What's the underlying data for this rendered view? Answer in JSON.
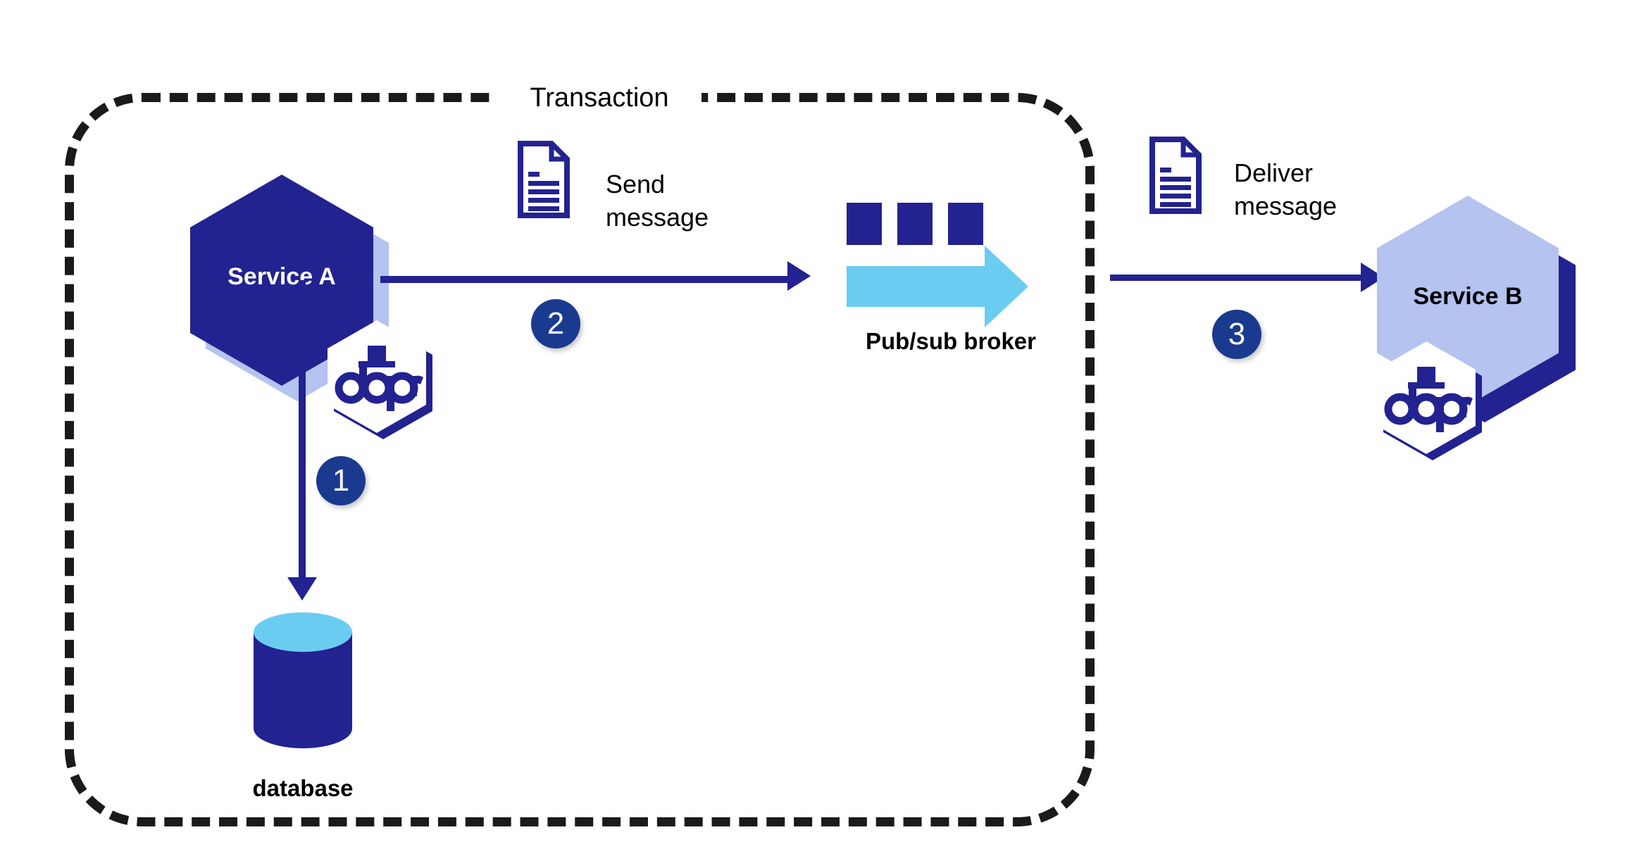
{
  "diagram": {
    "boundary": {
      "label": "Transaction",
      "style": "dashed-rounded-rect",
      "color": "#1a1a1a"
    },
    "nodes": {
      "service_a": {
        "label": "Service A",
        "sidecar": "dapr",
        "fill": "#232291",
        "text_color": "#ffffff"
      },
      "service_b": {
        "label": "Service B",
        "sidecar": "dapr",
        "fill": "#b4c3ef",
        "text_color": "#000000"
      },
      "broker": {
        "label": "Pub/sub broker",
        "fill": "#6bccf2",
        "box_fill": "#232291"
      },
      "database": {
        "label": "database",
        "body_fill": "#232291",
        "top_fill": "#6bccf2"
      }
    },
    "steps": [
      {
        "number": "1",
        "from": "service_a",
        "to": "database",
        "label": ""
      },
      {
        "number": "2",
        "from": "service_a",
        "to": "broker",
        "label": "Send message"
      },
      {
        "number": "3",
        "from": "broker",
        "to": "service_b",
        "label": "Deliver message"
      }
    ],
    "labels": {
      "send_message": "Send\nmessage",
      "send_message_line1": "Send",
      "send_message_line2": "message",
      "deliver_message_line1": "Deliver",
      "deliver_message_line2": "message"
    },
    "icons": {
      "document": "document-icon",
      "dapr_logo": "dapr-logo",
      "database": "database-cylinder-icon",
      "broker": "pubsub-broker-icon"
    },
    "colors": {
      "navy": "#232291",
      "badge_navy": "#1a3a8f",
      "light_blue": "#b4c3ef",
      "cyan": "#6bccf2",
      "black": "#1a1a1a",
      "white": "#ffffff"
    }
  }
}
